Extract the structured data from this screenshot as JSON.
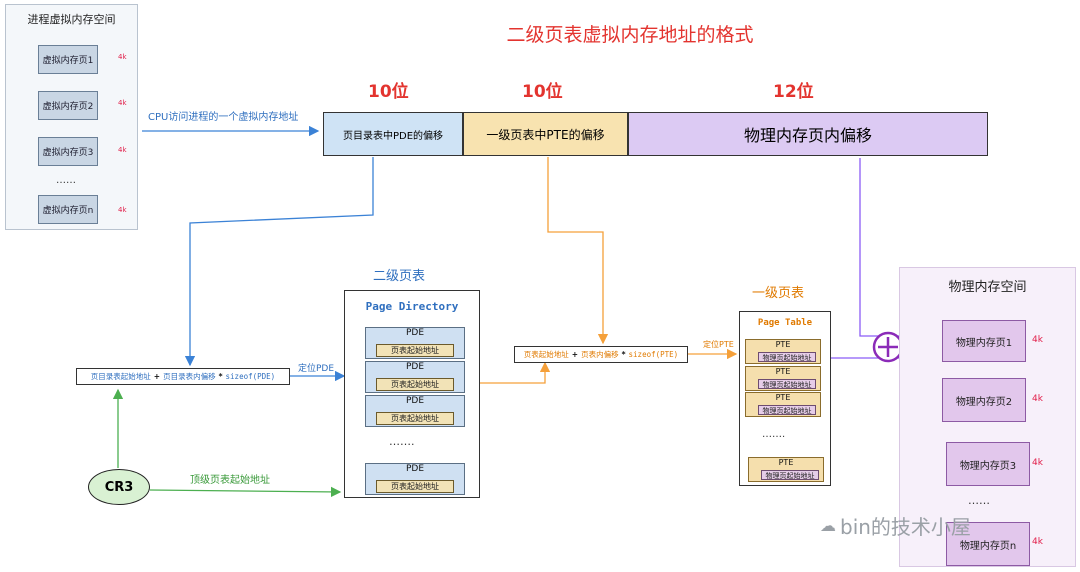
{
  "title": "二级页表虚拟内存地址的格式",
  "virtual_space": {
    "title": "进程虚拟内存空间",
    "pages": [
      "虚拟内存页1",
      "虚拟内存页2",
      "虚拟内存页3",
      "虚拟内存页n"
    ],
    "ellipsis": "……",
    "size_label": "4k"
  },
  "access_label": "CPU访问进程的一个虚拟内存地址",
  "address_format": {
    "fields": [
      {
        "bits": "10位",
        "label": "页目录表中PDE的偏移"
      },
      {
        "bits": "10位",
        "label": "一级页表中PTE的偏移"
      },
      {
        "bits": "12位",
        "label": "物理内存页内偏移"
      }
    ]
  },
  "page_directory": {
    "heading": "二级页表",
    "title": "Page Directory",
    "entry_title": "PDE",
    "entry_label": "页表起始地址",
    "ellipsis": "……."
  },
  "page_table": {
    "heading": "一级页表",
    "title": "Page Table",
    "entry_title": "PTE",
    "entry_label": "物理页起始地址",
    "ellipsis": "……."
  },
  "formula1": {
    "part1": "页目录表起始地址",
    "part2": "页目录表内偏移",
    "part3": "sizeof(PDE)",
    "plus": "+",
    "times": "*"
  },
  "locate_pde": "定位PDE",
  "formula2": {
    "part1": "页表起始地址",
    "part2": "页表内偏移",
    "part3": "sizeof(PTE)",
    "plus": "+",
    "times": "*"
  },
  "locate_pte": "定位PTE",
  "cr3": {
    "label": "CR3",
    "desc": "顶级页表起始地址"
  },
  "physical_space": {
    "title": "物理内存空间",
    "pages": [
      "物理内存页1",
      "物理内存页2",
      "物理内存页3",
      "物理内存页n"
    ],
    "ellipsis": "……",
    "size_label": "4k"
  },
  "plus_symbol": "+",
  "watermark": "bin的技术小屋",
  "colors": {
    "title_red": "#e3342f",
    "blue_arrow": "#3b82d6",
    "orange_arrow": "#f5a03a",
    "purple_arrow": "#8b5cf6",
    "green_arrow": "#4caf50",
    "size_red": "#e11d48"
  }
}
